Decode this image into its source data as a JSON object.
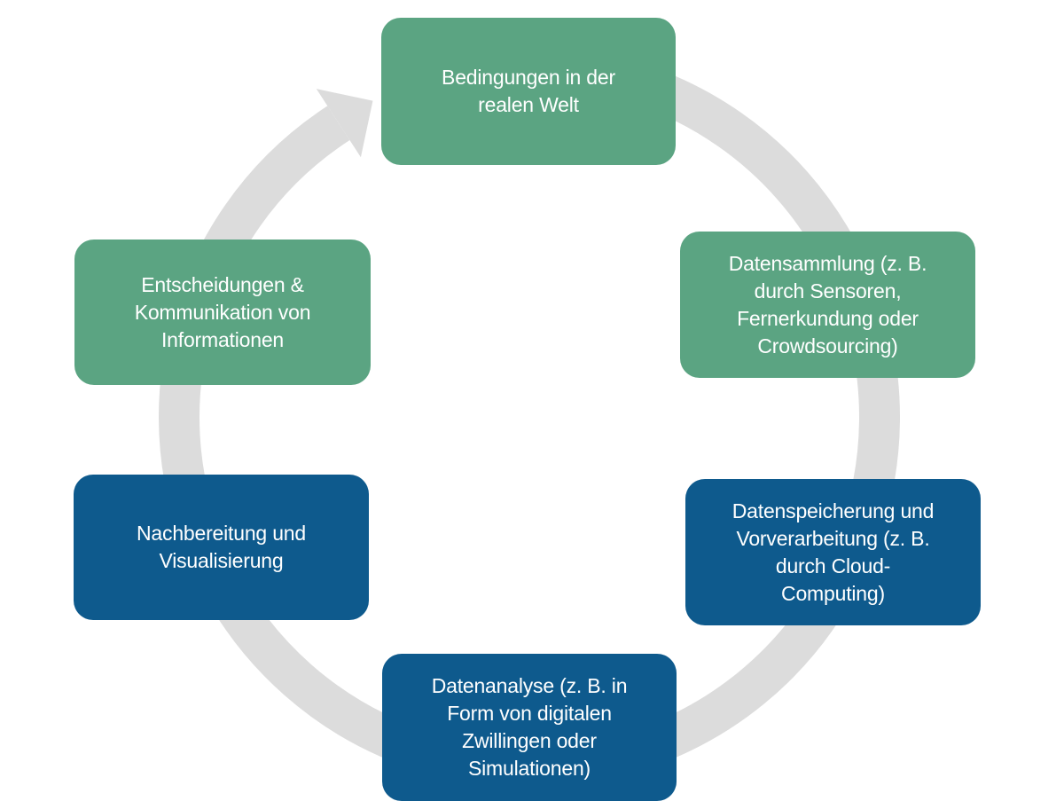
{
  "colors": {
    "ring": "#dcdcdc",
    "green": "#5ba482",
    "blue": "#0e5a8d",
    "text": "#ffffff"
  },
  "steps": [
    {
      "lines": [
        "Bedingungen in der",
        "realen Welt"
      ],
      "color": "green"
    },
    {
      "lines": [
        "Datensammlung (z. B.",
        "durch Sensoren,",
        "Fernerkundung oder",
        "Crowdsourcing)"
      ],
      "color": "green"
    },
    {
      "lines": [
        "Datenspeicherung und",
        "Vorverarbeitung (z. B.",
        "durch Cloud-",
        "Computing)"
      ],
      "color": "blue"
    },
    {
      "lines": [
        "Datenanalyse (z. B. in",
        "Form von digitalen",
        "Zwillingen oder",
        "Simulationen)"
      ],
      "color": "blue"
    },
    {
      "lines": [
        "Nachbereitung und",
        "Visualisierung"
      ],
      "color": "blue"
    },
    {
      "lines": [
        "Entscheidungen &",
        "Kommunikation von",
        "Informationen"
      ],
      "color": "green"
    }
  ]
}
